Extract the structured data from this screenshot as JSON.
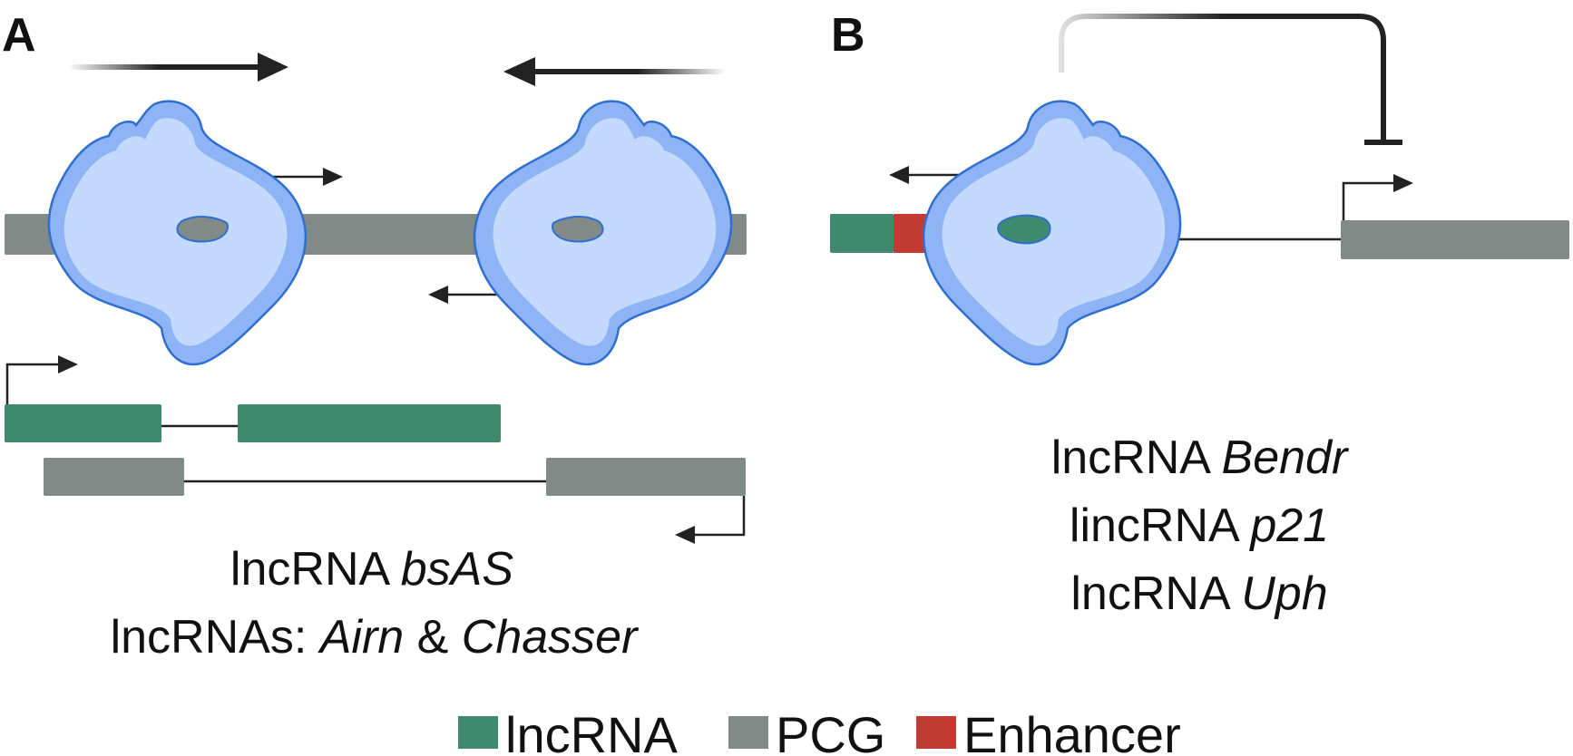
{
  "panels": {
    "a": {
      "label": "A",
      "caption_line1": {
        "plain": "lncRNA ",
        "italic": "bsAS"
      },
      "caption_line2": {
        "plain": "lncRNAs: ",
        "italic1": "Airn",
        "mid": " & ",
        "italic2": "Chasser"
      }
    },
    "b": {
      "label": "B",
      "caption_lines": [
        {
          "plain": "lncRNA ",
          "italic": "Bendr"
        },
        {
          "plain": "lincRNA ",
          "italic": "p21"
        },
        {
          "plain": "lncRNA ",
          "italic": "Uph"
        }
      ]
    }
  },
  "legend": {
    "items": [
      {
        "label": "lncRNA",
        "color": "#3f8a6e"
      },
      {
        "label": "PCG",
        "color": "#828a87"
      },
      {
        "label": "Enhancer",
        "color": "#c23b33"
      }
    ]
  },
  "colors": {
    "lncrna": "#3f8a6e",
    "pcg": "#828a87",
    "enhancer": "#c23b33",
    "polymerase_outer": "#8fb4f6",
    "polymerase_inner": "#c3d9fd",
    "polymerase_stroke": "#2f6fd0",
    "arrow": "#222222"
  },
  "icons": {
    "polymerase": "rna-polymerase-icon",
    "tss": "transcription-start-arrow-icon",
    "inhibition": "inhibition-bar-icon"
  }
}
